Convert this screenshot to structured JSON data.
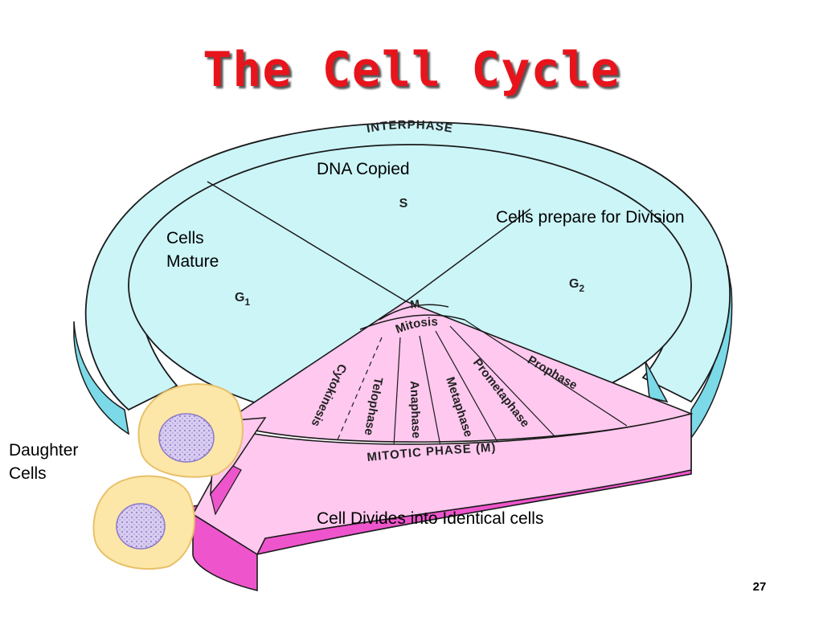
{
  "title": "The Cell Cycle",
  "slide_number": "27",
  "diagram": {
    "interphase_label": "INTERPHASE",
    "s_phase": "S",
    "g1_phase": "G",
    "g1_sub": "1",
    "g2_phase": "G",
    "g2_sub": "2",
    "m_label": "M",
    "mitosis_label": "Mitosis",
    "mitotic_phase_label": "MITOTIC PHASE (M)",
    "mitosis_stages": [
      "Prophase",
      "Prometaphase",
      "Metaphase",
      "Anaphase",
      "Telophase",
      "Cytokinesis"
    ],
    "colors": {
      "interphase": "#ccf5f8",
      "interphase_side": "#7bd9e8",
      "mitotic": "#ffc8ef",
      "mitotic_side": "#ee55cc",
      "cell_outer": "#fce7a8",
      "cell_nucleus": "#d8ccf0",
      "title": "#e8141c"
    }
  },
  "annotations": {
    "dna_copied": "DNA Copied",
    "cells_prepare": "Cells prepare for Division",
    "cells_mature_line1": "Cells",
    "cells_mature_line2": "Mature",
    "daughter_line1": "Daughter",
    "daughter_line2": "Cells",
    "cell_divides": "Cell Divides into Identical cells"
  }
}
